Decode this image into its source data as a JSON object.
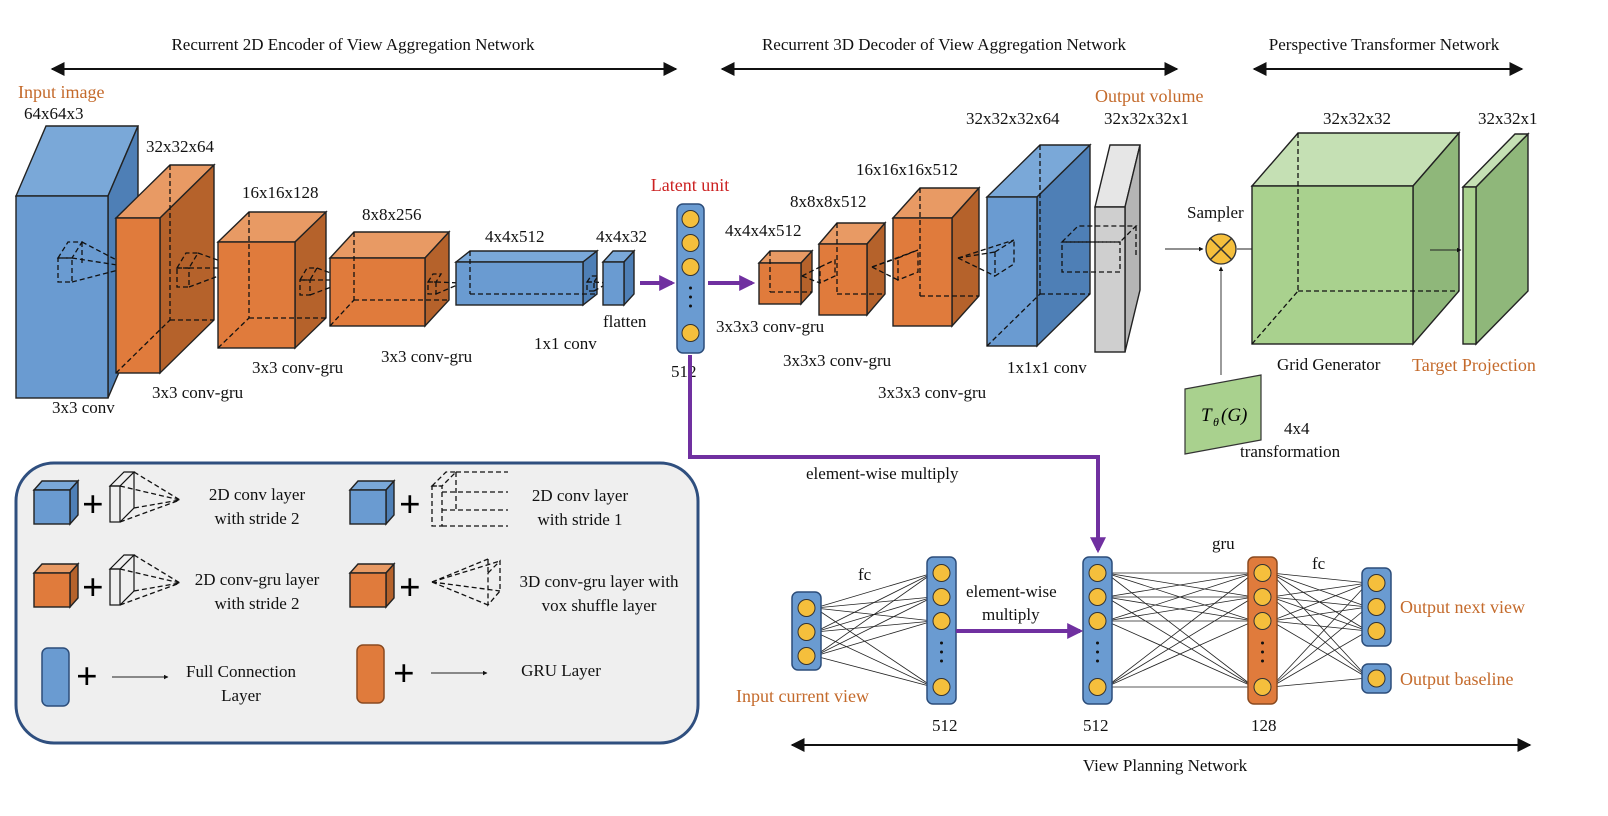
{
  "sections": {
    "encoder": "Recurrent 2D Encoder of View Aggregation Network",
    "decoder": "Recurrent 3D Decoder of View Aggregation Network",
    "ptn": "Perspective Transformer Network",
    "vpn": "View Planning Network"
  },
  "encoder": {
    "input_label": "Input image",
    "input_dim": "64x64x3",
    "dims": [
      "32x32x64",
      "16x16x128",
      "8x8x256",
      "4x4x512",
      "4x4x32"
    ],
    "ops": [
      "3x3 conv",
      "3x3 conv-gru",
      "3x3 conv-gru",
      "3x3 conv-gru",
      "1x1 conv",
      "flatten"
    ]
  },
  "latent": {
    "label": "Latent unit",
    "size": "512"
  },
  "decoder": {
    "dims": [
      "4x4x4x512",
      "8x8x8x512",
      "16x16x16x512",
      "32x32x32x64",
      "32x32x32x1"
    ],
    "ops": [
      "3x3x3 conv-gru",
      "3x3x3 conv-gru",
      "3x3x3 conv-gru",
      "1x1x1 conv"
    ],
    "output_label": "Output volume"
  },
  "ptn": {
    "sampler": "Sampler",
    "grid_dim": "32x32x32",
    "grid_label": "Grid Generator",
    "target_dim": "32x32x1",
    "target_label": "Target Projection",
    "transform_symbol": "T",
    "transform_sub": "θ",
    "transform_arg": "(G)",
    "transform_label_1": "4x4",
    "transform_label_2": "transformation"
  },
  "vpn": {
    "multiply_top": "element-wise multiply",
    "multiply_mid_1": "element-wise",
    "multiply_mid_2": "multiply",
    "fc1": "fc",
    "fc2": "fc",
    "gru": "gru",
    "input_label": "Input current view",
    "sizes": [
      "512",
      "512",
      "128"
    ],
    "output_next": "Output next view",
    "output_baseline": "Output baseline"
  },
  "legend": {
    "items": [
      {
        "line1": "2D conv layer",
        "line2": "with stride 2"
      },
      {
        "line1": "2D conv layer",
        "line2": "with stride 1"
      },
      {
        "line1": "2D conv-gru layer",
        "line2": "with stride 2"
      },
      {
        "line1": "3D conv-gru layer with",
        "line2": "vox shuffle layer"
      },
      {
        "line1": "Full Connection",
        "line2": "Layer"
      },
      {
        "line1": "GRU Layer",
        "line2": ""
      }
    ]
  },
  "colors": {
    "blue": "#6a9bd1",
    "blue_dark": "#4e7fb6",
    "orange": "#e07b3c",
    "orange_dark": "#b5622b",
    "green": "#a9d18e",
    "gray": "#c8c8c8",
    "yellow": "#f5bf3c",
    "purple": "#7030a0",
    "legend_bg": "#efefef",
    "legend_border": "#2f4f7f"
  }
}
